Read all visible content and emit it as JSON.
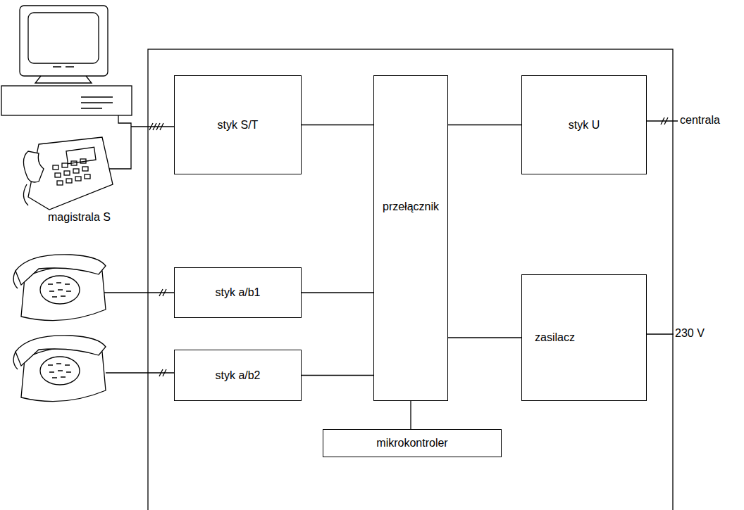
{
  "diagram": {
    "nodes": [
      {
        "text": [
          "styk S/T"
        ]
      },
      {
        "text": [
          "styk a/b1"
        ]
      },
      {
        "text": [
          "styk a/b2"
        ]
      },
      {
        "text": [
          "przełącznik"
        ]
      },
      {
        "text": [
          "styk U"
        ]
      },
      {
        "text": [
          "zasilacz"
        ]
      },
      {
        "text": [
          "mikrokontroler"
        ]
      }
    ],
    "edges": [
      {
        "from": 0,
        "to": 3,
        "arrow": "none"
      },
      {
        "from": 1,
        "to": 3,
        "arrow": "none"
      },
      {
        "from": 2,
        "to": 3,
        "arrow": "none"
      },
      {
        "from": 3,
        "to": 4,
        "arrow": "none"
      },
      {
        "from": 3,
        "to": 5,
        "arrow": "none"
      },
      {
        "from": 6,
        "to": 3,
        "arrow": "none"
      }
    ],
    "labels": [
      "magistrala S",
      "centrala",
      "230 V"
    ]
  }
}
